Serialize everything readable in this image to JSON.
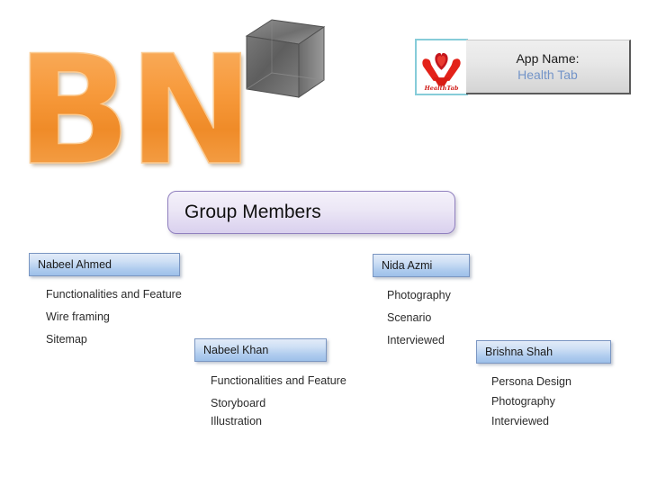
{
  "logo": {
    "wordmark": "BN",
    "wordmark_color": "#f59a3e",
    "cube_icon": "3d-cube-icon"
  },
  "app_panel": {
    "brand_logo_alt": "health-tab-logo",
    "brand_logo_caption": "HealthTab",
    "name_label": "App Name:",
    "name_value": "Health Tab",
    "name_value_color": "#7394c8",
    "border_color": "#86ccd9"
  },
  "banner": {
    "title": "Group Members",
    "border_color": "#8f7fbe"
  },
  "members": [
    {
      "name": "Nabeel Ahmed",
      "tasks": [
        "Functionalities and Feature",
        "Wire framing",
        "Sitemap"
      ]
    },
    {
      "name": "Nida Azmi",
      "tasks": [
        "Photography",
        "Scenario",
        "Interviewed"
      ]
    },
    {
      "name": "Nabeel Khan",
      "tasks": [
        "Functionalities and Feature",
        "Storyboard",
        "Illustration"
      ]
    },
    {
      "name": "Brishna Shah",
      "tasks": [
        "Persona Design",
        "Photography",
        "Interviewed"
      ]
    }
  ]
}
